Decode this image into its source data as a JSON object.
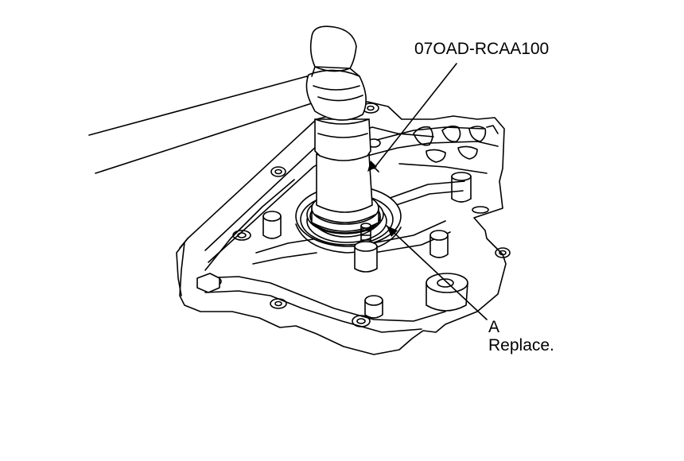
{
  "diagram": {
    "tool_label": "07OAD-RCAA100",
    "part_letter": "A",
    "part_note": "Replace."
  },
  "colors": {
    "line": "#000000",
    "fill": "#ffffff",
    "shade": "#d9d9d9"
  },
  "icons": {
    "hammer": "hammer-icon",
    "driver": "seal-driver-icon",
    "housing": "transmission-housing-icon"
  }
}
